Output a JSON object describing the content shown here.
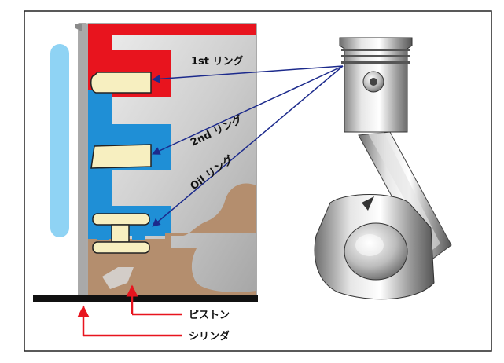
{
  "labels": {
    "first_ring": "1st リング",
    "second_ring": "2nd リング",
    "oil_ring": "Oil リング",
    "piston": "ピストン",
    "cylinder": "シリンダ"
  },
  "colors": {
    "frame": "#222222",
    "cooling": "#8fd3f4",
    "cylinder_wall": "#aaaaaa",
    "piston_body": "#d8d8d8",
    "top_ring_groove": "#e8141e",
    "lower_ring_groove": "#1f8fd6",
    "ring": "#f7efc0",
    "oil_passage": "#b48e6e",
    "leader_line": "#1c2a8c",
    "pointer": "#e8141e"
  }
}
